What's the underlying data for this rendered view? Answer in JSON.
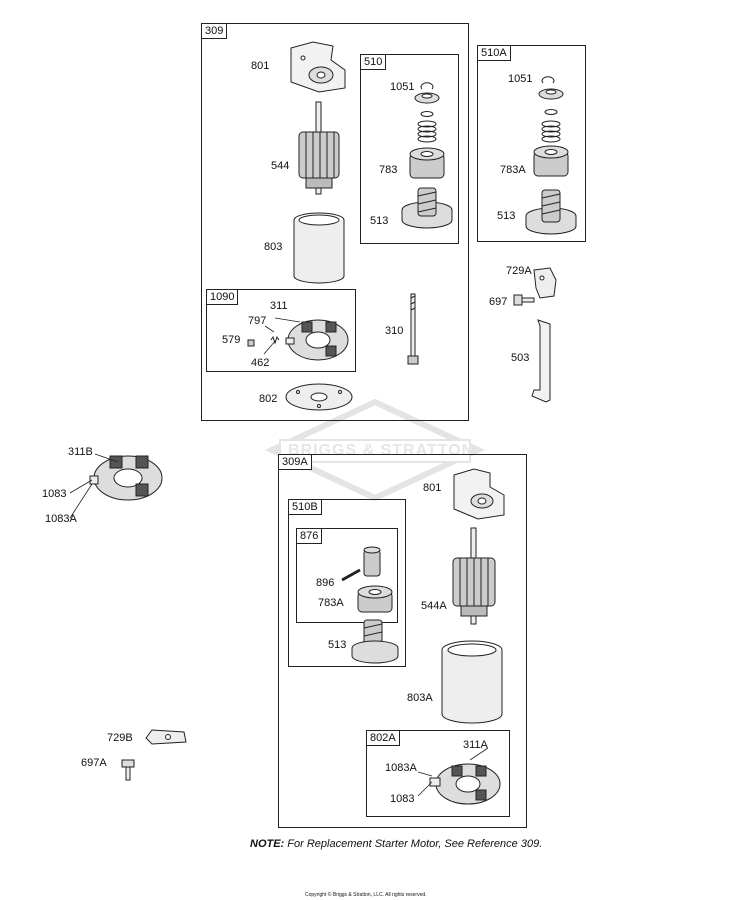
{
  "groups": {
    "g309": "309",
    "g510": "510",
    "g510A": "510A",
    "g1090": "1090",
    "g309A": "309A",
    "g510B": "510B",
    "g876": "876",
    "g802A": "802A"
  },
  "labels": {
    "p801": "801",
    "p544": "544",
    "p803": "803",
    "p1051": "1051",
    "p783": "783",
    "p513": "513",
    "p1051b": "1051",
    "p783A": "783A",
    "p513b": "513",
    "p729A": "729A",
    "p697": "697",
    "p310": "310",
    "p503": "503",
    "p311": "311",
    "p797": "797",
    "p579": "579",
    "p462": "462",
    "p802": "802",
    "p311B": "311B",
    "p1083": "1083",
    "p1083A": "1083A",
    "p801b": "801",
    "p896": "896",
    "p783Ab": "783A",
    "p544A": "544A",
    "p513c": "513",
    "p803A": "803A",
    "p311A": "311A",
    "p1083Ab": "1083A",
    "p1083b": "1083",
    "p729B": "729B",
    "p697A": "697A"
  },
  "note": {
    "prefix": "NOTE:",
    "text": " For Replacement Starter Motor, See Reference 309."
  },
  "watermark": "BRIGGS & STRATTON",
  "copyright": "Copyright © Briggs & Stratton, LLC. All rights reserved."
}
